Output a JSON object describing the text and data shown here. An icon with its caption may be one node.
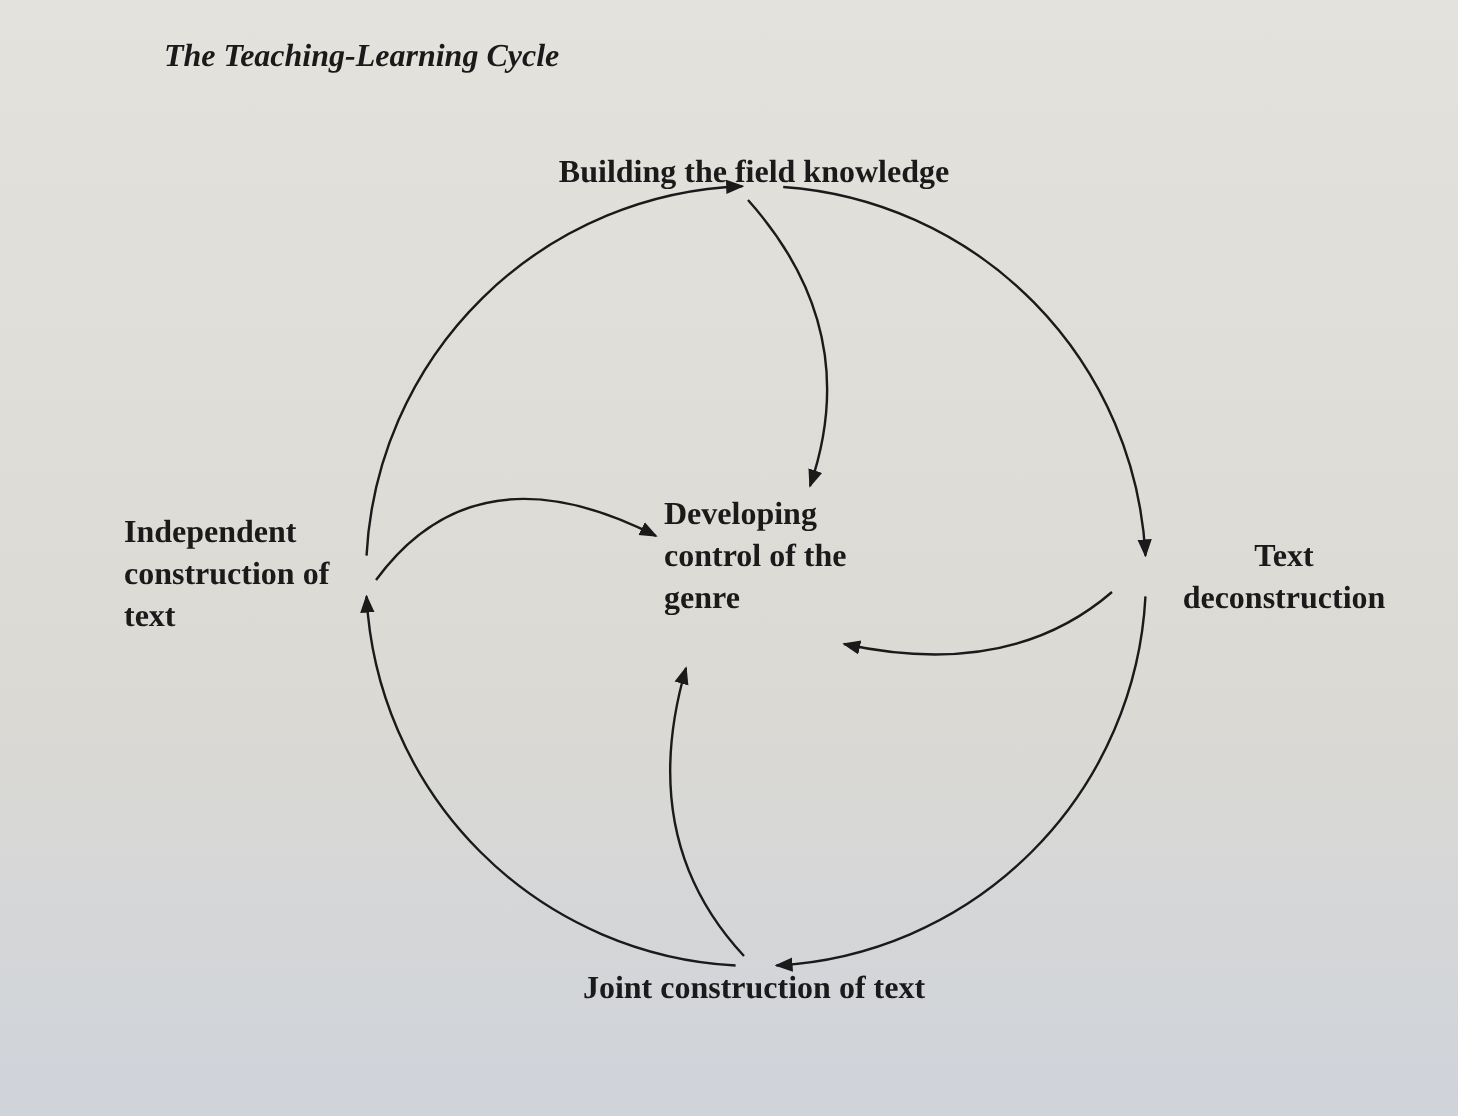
{
  "diagram": {
    "title": "The Teaching-Learning Cycle",
    "nodes": [
      {
        "text": [
          "Building the field knowledge"
        ]
      },
      {
        "text": [
          "Text deconstruction"
        ]
      },
      {
        "text": [
          "Joint construction of text"
        ]
      },
      {
        "text": [
          "Independent construction of text"
        ]
      },
      {
        "text": [
          "Developing control of the genre"
        ]
      }
    ],
    "edges": [
      {
        "from": 0,
        "to": 1,
        "arrow": "to"
      },
      {
        "from": 1,
        "to": 2,
        "arrow": "to"
      },
      {
        "from": 2,
        "to": 3,
        "arrow": "to"
      },
      {
        "from": 3,
        "to": 0,
        "arrow": "to"
      },
      {
        "from": 0,
        "to": 4,
        "arrow": "to"
      },
      {
        "from": 1,
        "to": 4,
        "arrow": "to"
      },
      {
        "from": 2,
        "to": 4,
        "arrow": "to"
      },
      {
        "from": 3,
        "to": 4,
        "arrow": "to"
      }
    ]
  }
}
